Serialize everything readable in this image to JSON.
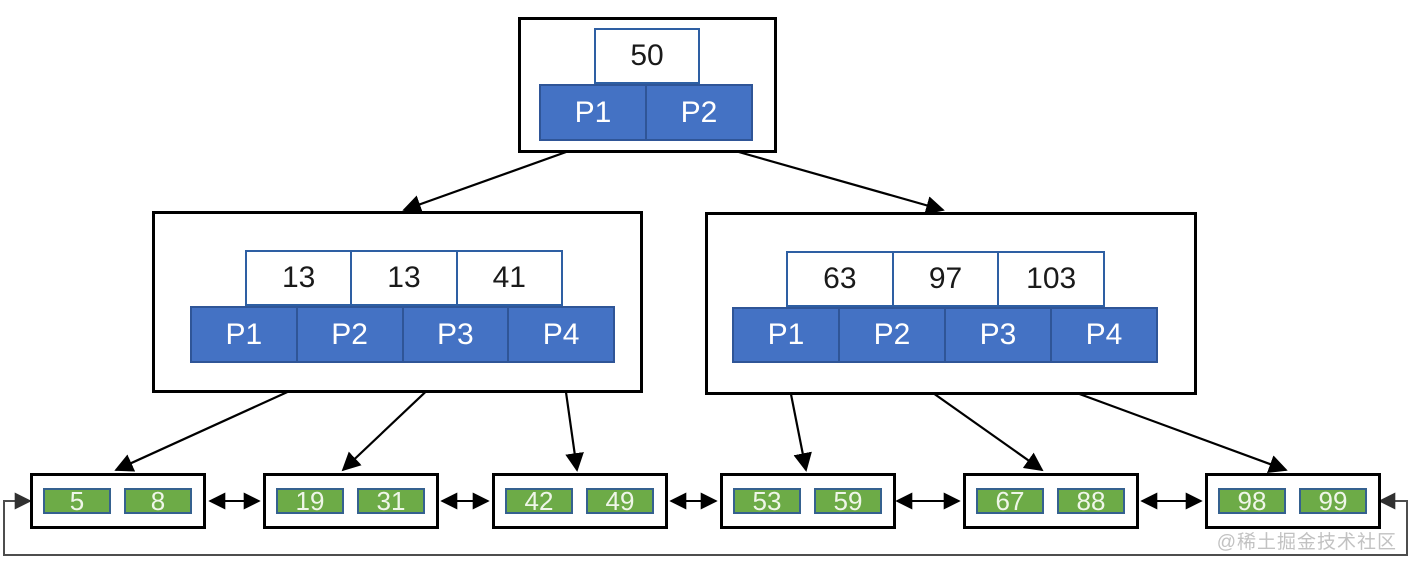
{
  "watermark": "@稀土掘金技术社区",
  "colors": {
    "pointer_fill": "#4472C4",
    "pointer_border": "#2F5597",
    "leaf_fill": "#6DAB47",
    "leaf_cell_border": "#35618F",
    "arrow": "#000000",
    "linked_list_line": "#4d4d4d",
    "watermark_gray": "#c2c2c2"
  },
  "tree": {
    "root": {
      "keys": [
        "50"
      ],
      "pointers": [
        "P1",
        "P2"
      ]
    },
    "internal_left": {
      "keys": [
        "13",
        "13",
        "41"
      ],
      "pointers": [
        "P1",
        "P2",
        "P3",
        "P4"
      ]
    },
    "internal_right": {
      "keys": [
        "63",
        "97",
        "103"
      ],
      "pointers": [
        "P1",
        "P2",
        "P3",
        "P4"
      ]
    },
    "leaves": [
      [
        "5",
        "8"
      ],
      [
        "19",
        "31"
      ],
      [
        "42",
        "49"
      ],
      [
        "53",
        "59"
      ],
      [
        "67",
        "88"
      ],
      [
        "98",
        "99"
      ]
    ]
  }
}
